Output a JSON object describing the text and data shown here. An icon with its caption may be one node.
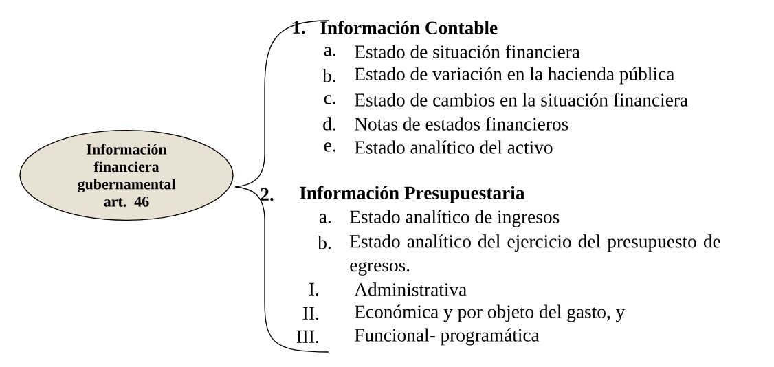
{
  "diagram": {
    "nodes": [
      {
        "text": [
          "Información financiera gubernamental art. 46"
        ]
      }
    ],
    "edges": [],
    "labels": [
      "1.",
      "Información Contable",
      "a.",
      "Estado de situación financiera",
      "b.",
      "Estado de variación en la hacienda pública",
      "c.",
      "Estado de cambios en la situación financiera",
      "d.",
      "Notas de estados financieros",
      "e.",
      "Estado analítico del activo",
      "2.",
      "Información Presupuestaria",
      "a.",
      "Estado analítico de ingresos",
      "b.",
      "Estado analítico del ejercicio del presupuesto de egresos.",
      "I.",
      "Administrativa",
      "II.",
      "Económica y por objeto del gasto, y",
      "III.",
      "Funcional- programática"
    ]
  }
}
